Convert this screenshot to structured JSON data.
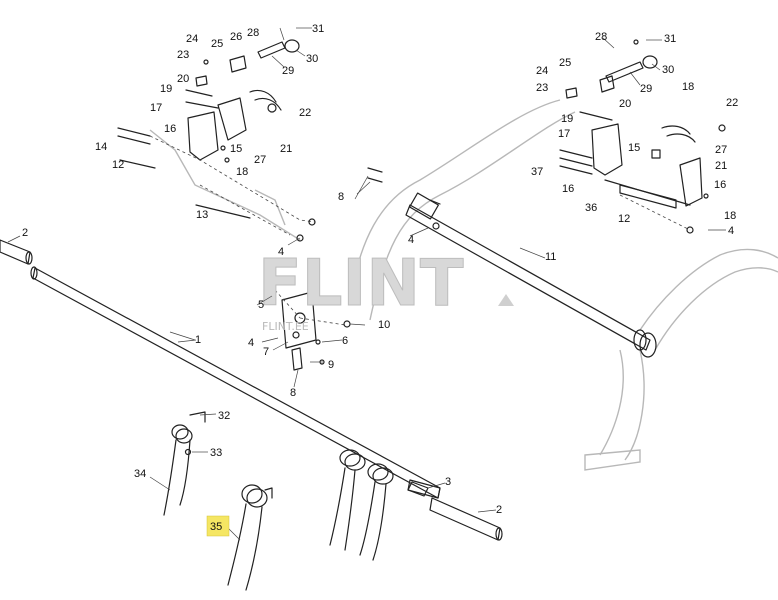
{
  "watermark": {
    "brand": "FLINT",
    "site": "FLINT.EE"
  },
  "highlight_color": "#f5e663",
  "labels": {
    "l1": "1",
    "l2a": "2",
    "l2b": "2",
    "l3": "3",
    "l4a": "4",
    "l4b": "4",
    "l4c": "4",
    "l4d": "4",
    "l5": "5",
    "l6": "6",
    "l7": "7",
    "l8a": "8",
    "l8b": "8",
    "l9": "9",
    "l10": "10",
    "l11": "11",
    "l12a": "12",
    "l12b": "12",
    "l13": "13",
    "l14": "14",
    "l15a": "15",
    "l15b": "15",
    "l16a": "16",
    "l16b": "16",
    "l16c": "16",
    "l17a": "17",
    "l17b": "17",
    "l18a": "18",
    "l18b": "18",
    "l18c": "18",
    "l19a": "19",
    "l19b": "19",
    "l20a": "20",
    "l20b": "20",
    "l21a": "21",
    "l21b": "21",
    "l22a": "22",
    "l22b": "22",
    "l23a": "23",
    "l23b": "23",
    "l24a": "24",
    "l24b": "24",
    "l25a": "25",
    "l25b": "25",
    "l26": "26",
    "l27a": "27",
    "l27b": "27",
    "l28a": "28",
    "l28b": "28",
    "l29a": "29",
    "l29b": "29",
    "l30a": "30",
    "l30b": "30",
    "l31a": "31",
    "l31b": "31",
    "l32": "32",
    "l33": "33",
    "l34": "34",
    "l35": "35",
    "l36": "36",
    "l37": "37"
  }
}
